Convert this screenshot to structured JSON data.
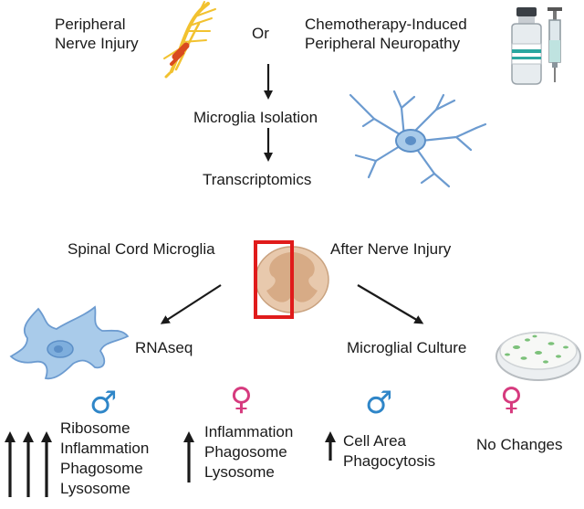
{
  "inputs": {
    "left_line1": "Peripheral",
    "left_line2": "Nerve Injury",
    "connector": "Or",
    "right_line1": "Chemotherapy-Induced",
    "right_line2": "Peripheral Neuropathy"
  },
  "steps": {
    "isolation": "Microglia Isolation",
    "transcriptomics": "Transcriptomics"
  },
  "middle": {
    "left_label": "Spinal Cord Microglia",
    "right_label": "After Nerve Injury"
  },
  "methods": {
    "left": "RNAseq",
    "right": "Microglial Culture"
  },
  "symbols": {
    "male": "♂",
    "female": "♀"
  },
  "results": [
    {
      "sex": "male",
      "arrows": 3,
      "items": [
        "Ribosome",
        "Inflammation",
        "Phagosome",
        "Lysosome"
      ]
    },
    {
      "sex": "female",
      "arrows": 1,
      "items": [
        "Inflammation",
        "Phagosome",
        "Lysosome"
      ]
    },
    {
      "sex": "male",
      "arrows": 1,
      "items": [
        "Cell Area",
        "Phagocytosis"
      ]
    },
    {
      "sex": "female",
      "arrows": 0,
      "items": [
        "No Changes"
      ]
    }
  ],
  "colors": {
    "male": "#2f86c8",
    "female": "#d63a7e",
    "highlight_box": "#e01b1b",
    "microglia_fill": "#a9cbea",
    "microglia_stroke": "#5c8fc7",
    "spinal_cord": "#e8c9ad",
    "nerve": "#f2c230",
    "culture_cells": "#7cc17a"
  },
  "icons": [
    "nerve-icon",
    "vial-icon",
    "syringe-icon",
    "microglia-cell-icon",
    "spinal-cord-icon",
    "petri-dish-icon"
  ]
}
